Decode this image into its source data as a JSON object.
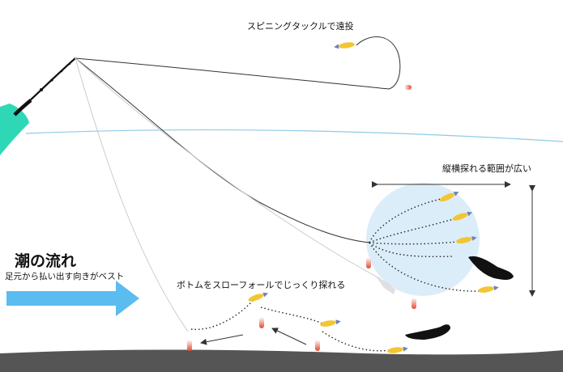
{
  "labels": {
    "spinning_cast": "スピニングタックルで遠投",
    "wide_range": "縦横探れる範囲が広い",
    "bottom_slow_fall": "ボトムをスローフォールでじっくり探れる",
    "tide_flow": "潮の流れ",
    "tide_note": "足元から払い出す向きがベスト"
  },
  "colors": {
    "boat": "#2ed8b6",
    "water_line": "#8fcbe6",
    "range_circle": "#dcedfa",
    "tide_arrow": "#5bbcf0",
    "seabed": "#555555",
    "line_main": "#333333",
    "line_faint": "#cccccc",
    "egi_body": "#f2c633",
    "egi_tail": "#6f7fc0",
    "egi_sinker": "#e3492f",
    "squid": "#111111"
  },
  "icons": [
    "fishing-rod-icon",
    "boat-icon",
    "egi-lure-icon",
    "squid-icon",
    "tide-arrow-icon"
  ]
}
